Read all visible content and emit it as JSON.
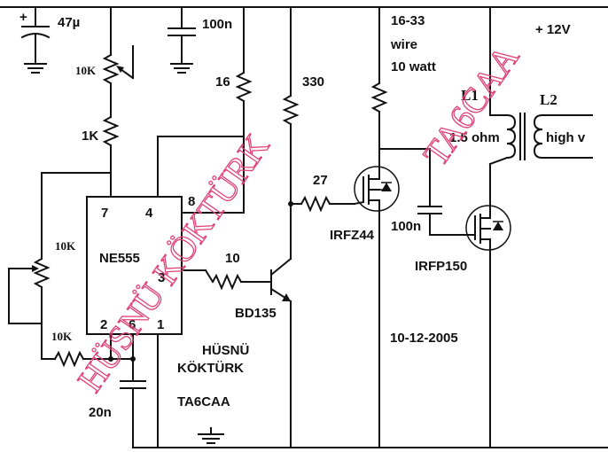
{
  "labels": {
    "cap_47": "47µ",
    "cap_100n_top": "100n",
    "pot_10k_top": "10K",
    "res_1k": "1K",
    "res_16": "16",
    "res_330": "330",
    "res_16_33": "16-33",
    "wire": "wire",
    "watt": "10 watt",
    "plus_12v": "+  12V",
    "plus_cap": "+",
    "l1": "L1",
    "l2": "L2",
    "ohm": "1.5 ohm",
    "high_v": "high v",
    "res_27": "27",
    "irfz44": "IRFZ44",
    "cap_100n_mid": "100n",
    "irfp150": "IRFP150",
    "pin7": "7",
    "pin4": "4",
    "pin8": "8",
    "ne555": "NE555",
    "pin3": "3",
    "pin2": "2",
    "pin6": "6",
    "pin1": "1",
    "pot_10k_mid": "10K",
    "res_10k_bot": "10K",
    "res_10": "10",
    "bd135": "BD135",
    "date": "10-12-2005",
    "author1": "HÜSNÜ",
    "author2": "KÖKTÜRK",
    "callsign": "TA6CAA",
    "cap_20n": "20n"
  },
  "watermark": {
    "name": "HÜSNÜ KÖKTÜRK",
    "call": "TA6CAA",
    "color": "#e0447a"
  }
}
